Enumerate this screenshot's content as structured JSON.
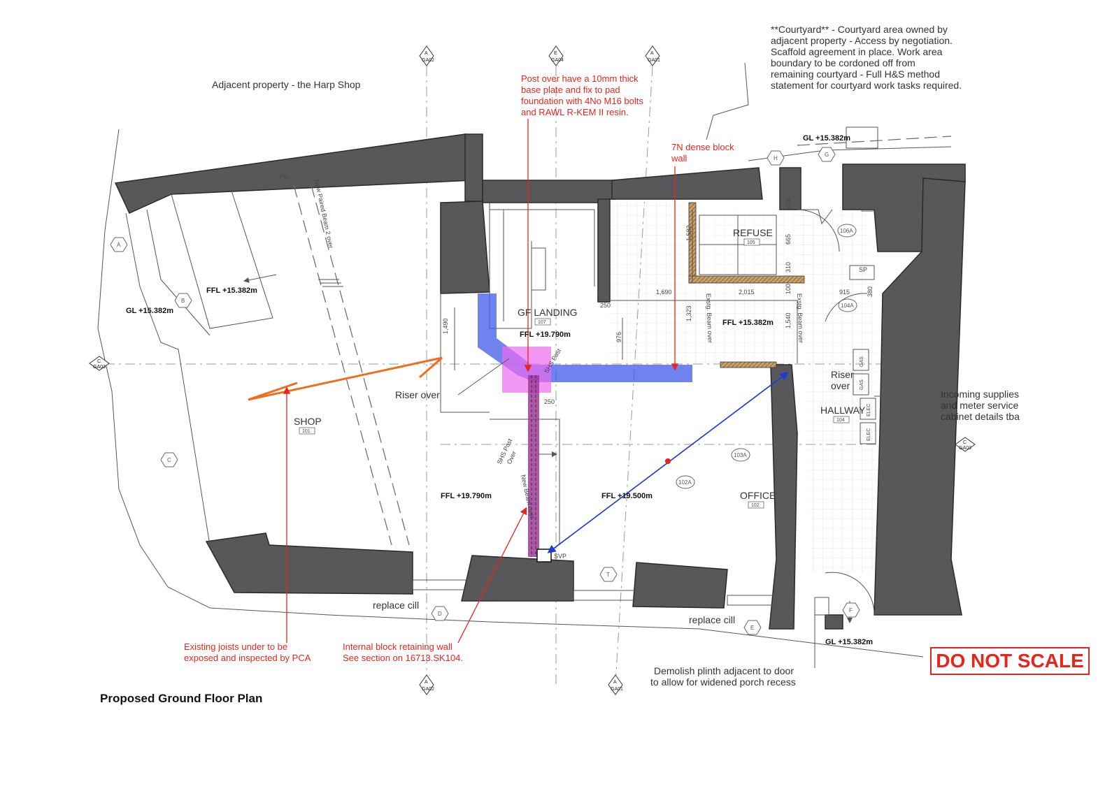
{
  "drawing_title": "Proposed Ground Floor Plan",
  "stamp": "DO NOT SCALE",
  "adjacent_property": "Adjacent property - the Harp Shop",
  "courtyard_note": [
    "**Courtyard** - Courtyard area owned by",
    "adjacent property - Access by negotiation.",
    "Scaffold agreement in place. Work area",
    "boundary to be cordoned off from",
    "remaining courtyard - Full H&S method",
    "statement for courtyard work tasks required."
  ],
  "red_notes": {
    "post": [
      "Post over have a 10mm thick",
      "base plate and fix to pad",
      "foundation with 4No M16 bolts",
      "and RAWL R-KEM II resin."
    ],
    "block_wall": [
      "7N dense block",
      "wall"
    ],
    "joists": [
      "Existing joists under to be",
      "exposed and inspected by PCA"
    ],
    "retaining": [
      "Internal block retaining wall",
      "See section on 16713.SK104."
    ]
  },
  "notes": {
    "riser_over_left": "Riser over",
    "riser_over_right": [
      "Riser",
      "over"
    ],
    "incoming": [
      "Incoming supplies",
      "and meter service",
      "cabinet details tba"
    ],
    "replace_cill_1": "replace cill",
    "replace_cill_2": "replace cill",
    "demolish": [
      "Demolish plinth adjacent to door",
      "to allow for widened porch recess"
    ]
  },
  "rooms": [
    {
      "name": "SHOP",
      "number": "101"
    },
    {
      "name": "GF LANDING",
      "number": "107"
    },
    {
      "name": "REFUSE",
      "number": "105"
    },
    {
      "name": "HALLWAY",
      "number": "104"
    },
    {
      "name": "OFFICE",
      "number": "102"
    }
  ],
  "levels": [
    "FFL +15.382m",
    "GL +15.382m",
    "FFL +19.790m",
    "FFL +19.790m",
    "FFL +19.500m",
    "FFL +15.382m",
    "GL +15.382m",
    "GL +15.382m"
  ],
  "beam_labels": {
    "paired": "New Paired Beam 2 over",
    "new_beam": "New Beam over",
    "exist_1": "Exstg. Beam over",
    "exist_2": "Exstg. Beam over",
    "shs_post_1": "SHS Post",
    "shs_post_2": [
      "SHS Post",
      "Over"
    ],
    "svp": "SVP",
    "sp": "SP",
    "ps": "PS"
  },
  "dimensions": [
    "1,490",
    "250",
    "976",
    "1,323",
    "1,582",
    "1,690",
    "2,015",
    "100",
    "915",
    "380",
    "425",
    "665",
    "310",
    "1,540",
    "250"
  ],
  "grid_markers": {
    "hex": [
      "A",
      "B",
      "C",
      "T",
      "D",
      "E",
      "F",
      "G",
      "H"
    ],
    "door_tags": [
      "106A",
      "104A",
      "103A",
      "102A"
    ],
    "section_marks": [
      {
        "letter": "A",
        "ref": "GA02"
      },
      {
        "letter": "E",
        "ref": "GA04"
      },
      {
        "letter": "A",
        "ref": "GA01"
      },
      {
        "letter": "C",
        "ref": "GA03"
      },
      {
        "letter": "C",
        "ref": "GA03"
      },
      {
        "letter": "A",
        "ref": "GA01"
      },
      {
        "letter": "A",
        "ref": "GA02"
      }
    ]
  },
  "meters": [
    "GAS",
    "GAS",
    "ELEC",
    "ELEC"
  ],
  "colors": {
    "wall": "#58585a",
    "red_note": "#e8251d",
    "beam_blue": "#3d5ae8",
    "pink_post": "#ee6bef",
    "purple_beam": "#a03a9a",
    "orange_arrow": "#f26c1c",
    "blue_line": "#1f3bd6"
  }
}
